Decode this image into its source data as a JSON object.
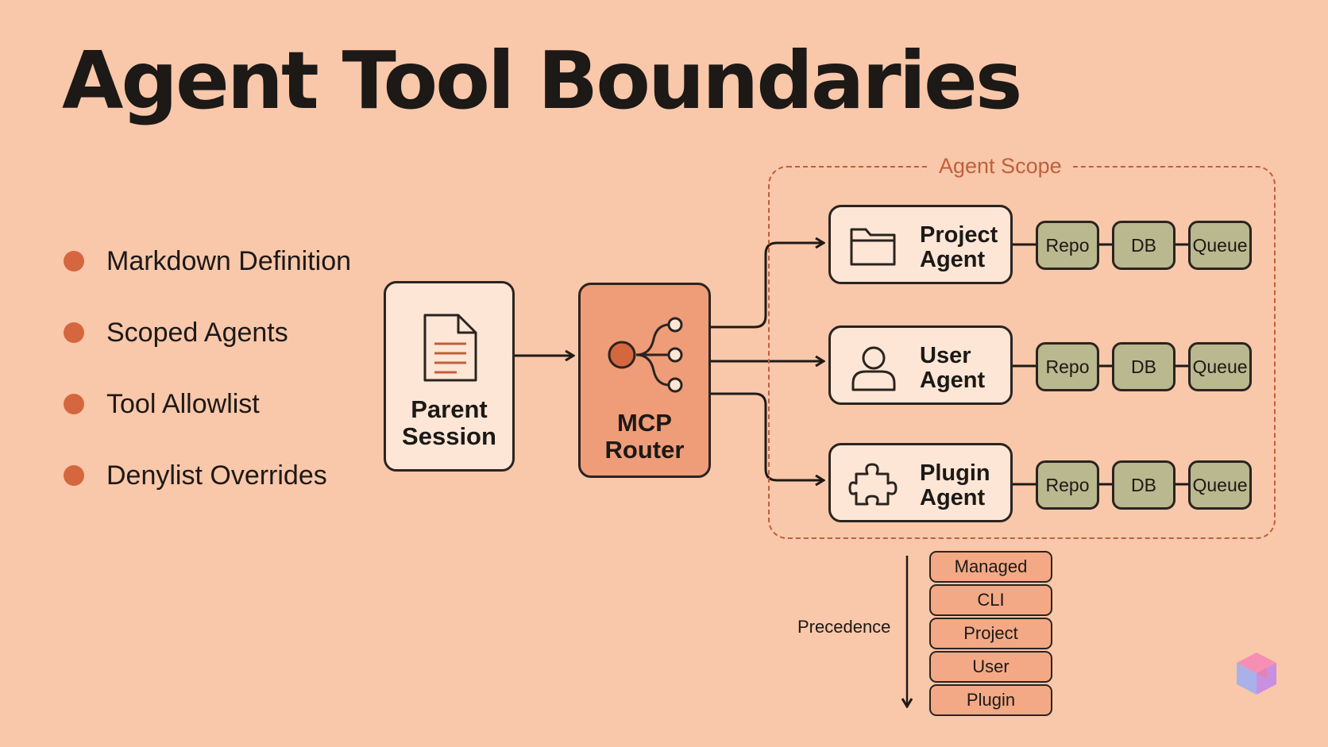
{
  "title": "Agent Tool Boundaries",
  "bullets": [
    "Markdown Definition",
    "Scoped Agents",
    "Tool Allowlist",
    "Denylist Overrides"
  ],
  "parent_session": {
    "line1": "Parent",
    "line2": "Session",
    "icon": "document-icon"
  },
  "mcp_router": {
    "line1": "MCP",
    "line2": "Router",
    "icon": "router-hub-icon"
  },
  "scope_label": "Agent Scope",
  "agents": [
    {
      "line1": "Project",
      "line2": "Agent",
      "icon": "folder-icon",
      "resources": [
        "Repo",
        "DB",
        "Queue"
      ]
    },
    {
      "line1": "User",
      "line2": "Agent",
      "icon": "user-icon",
      "resources": [
        "Repo",
        "DB",
        "Queue"
      ]
    },
    {
      "line1": "Plugin",
      "line2": "Agent",
      "icon": "puzzle-icon",
      "resources": [
        "Repo",
        "DB",
        "Queue"
      ]
    }
  ],
  "precedence": {
    "label": "Precedence",
    "levels": [
      "Managed",
      "CLI",
      "Project",
      "User",
      "Plugin"
    ]
  },
  "colors": {
    "background": "#f9c7a9",
    "accent": "#d4673f",
    "scope_border": "#c15f3c",
    "router_fill": "#ef9c78",
    "resource_fill": "#b9b88e",
    "precedence_fill": "#f3a985"
  }
}
